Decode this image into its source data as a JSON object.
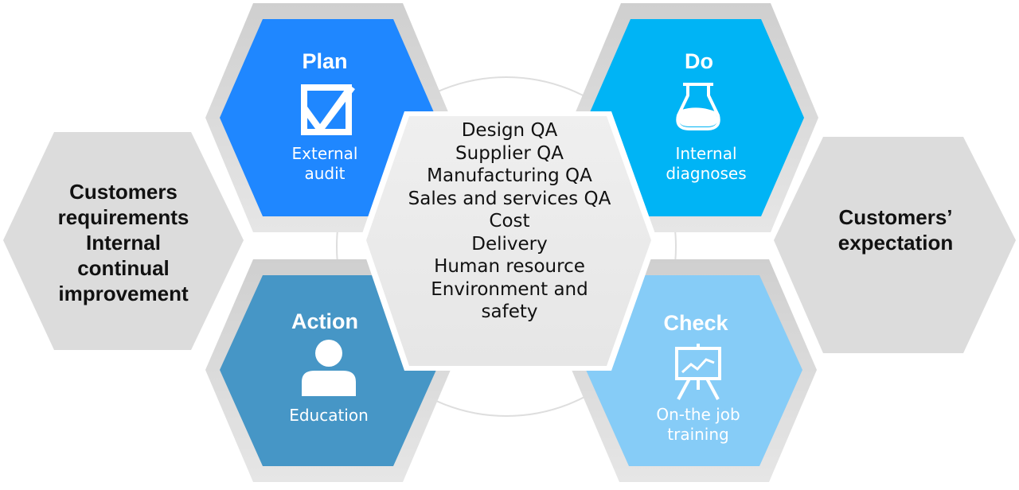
{
  "left_panel": {
    "text": "Customers\nrequirements\nInternal\ncontinual\nimprovement"
  },
  "right_panel": {
    "text": "Customers’\nexpectation"
  },
  "plan": {
    "title": "Plan",
    "subtitle": "External\naudit",
    "icon": "checkbox-icon",
    "color": "#1f87ff"
  },
  "do": {
    "title": "Do",
    "subtitle": "Internal\ndiagnoses",
    "icon": "flask-icon",
    "color": "#00b4f5"
  },
  "action": {
    "title": "Action",
    "subtitle": "Education",
    "icon": "person-icon",
    "color": "#4696c6"
  },
  "check": {
    "title": "Check",
    "subtitle": "On-the job\ntraining",
    "icon": "chart-board-icon",
    "color": "#86ccf7"
  },
  "center": {
    "items": [
      "Design QA",
      "Supplier QA",
      "Manufacturing QA",
      "Sales and services QA",
      "Cost",
      "Delivery",
      "Human resource",
      "Environment and",
      "safety"
    ]
  }
}
